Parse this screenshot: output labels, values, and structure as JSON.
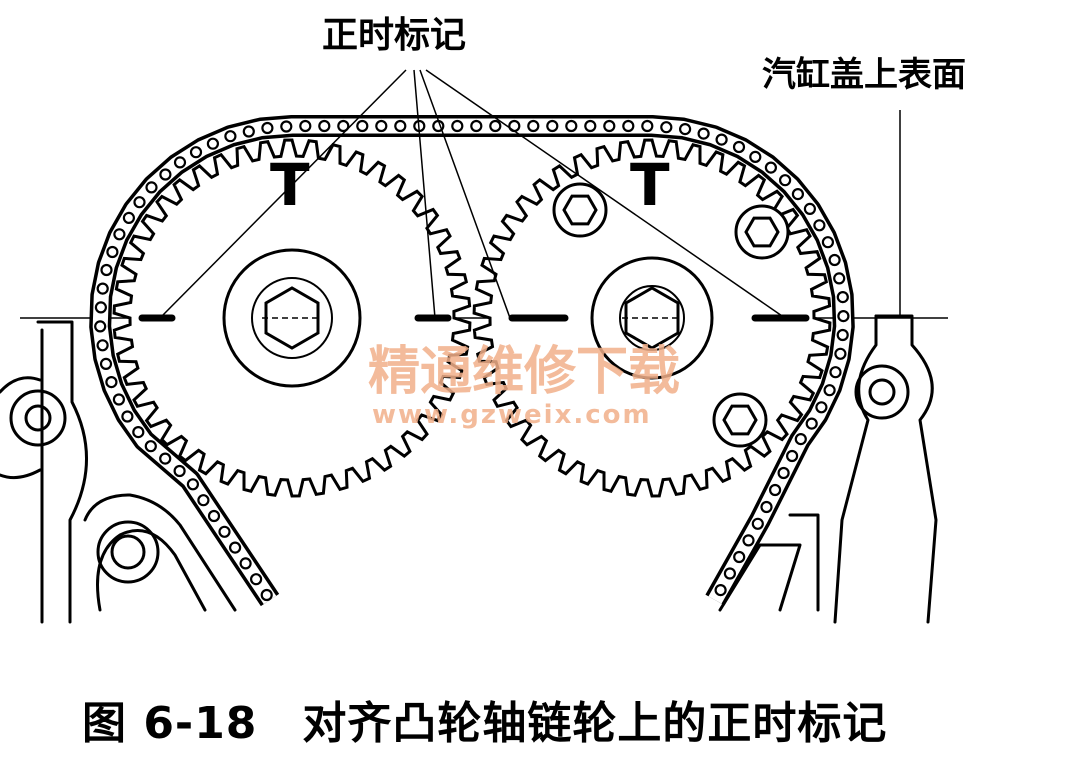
{
  "labels": {
    "timing_marks": "正时标记",
    "cylinder_head_top": "汽缸盖上表面",
    "sprocket_mark_left": "T",
    "sprocket_mark_right": "T"
  },
  "caption": "图 6-18　对齐凸轮轴链轮上的正时标记",
  "watermark": {
    "text": "精通维修下载",
    "url": "www.gzweix.com"
  },
  "colors": {
    "ink": "#000000",
    "watermark": "#f2b08a"
  }
}
